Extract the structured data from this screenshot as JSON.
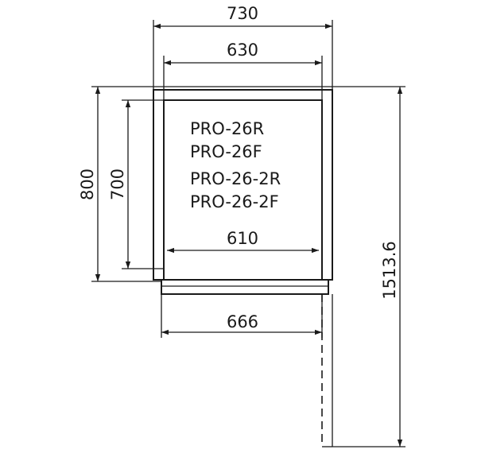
{
  "dimensions": {
    "width_overall": "730",
    "width_inner": "630",
    "width_bottom": "610",
    "width_base": "666",
    "height_overall": "800",
    "height_inner": "700",
    "height_open_door": "1513.6"
  },
  "models": [
    "PRO-26R",
    "PRO-26F",
    "PRO-26-2R",
    "PRO-26-2F"
  ]
}
